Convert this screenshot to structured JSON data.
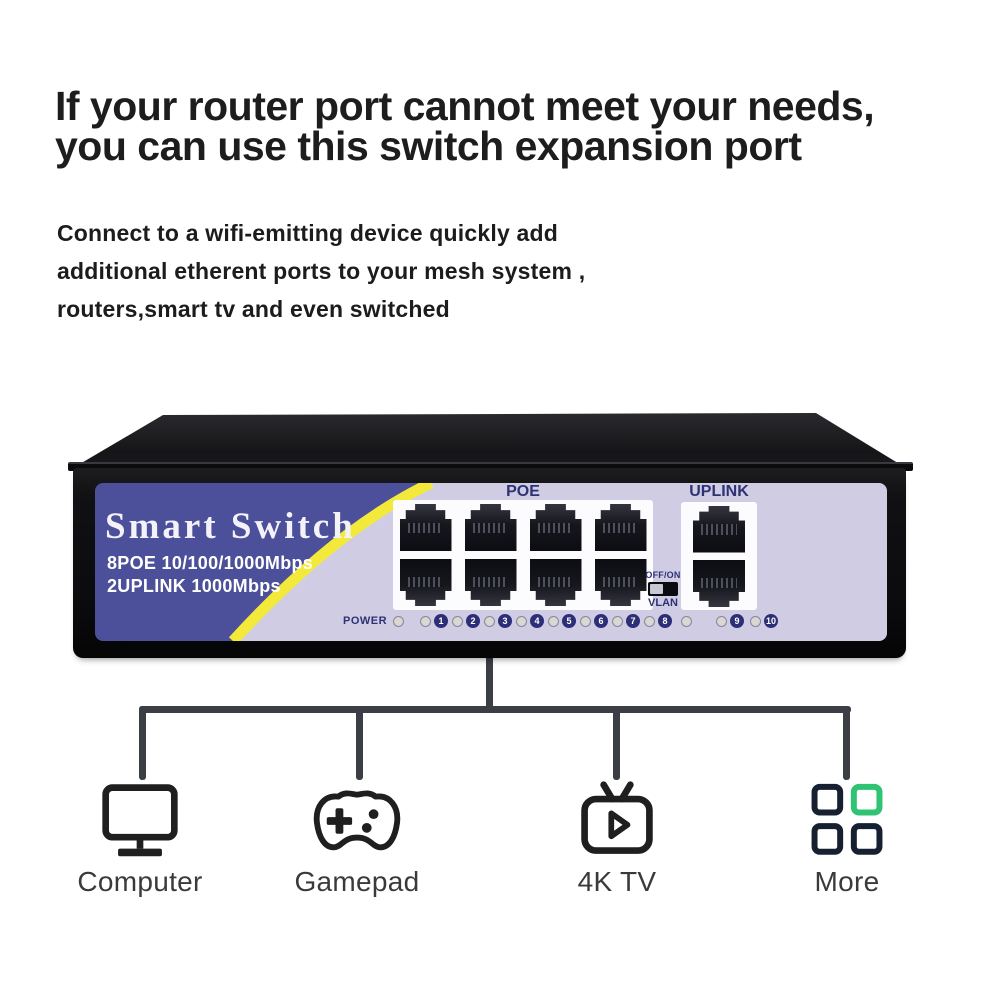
{
  "headline": {
    "line1": "If your router port cannot meet your needs,",
    "line2": "you can use this switch expansion port"
  },
  "description": {
    "line1": "Connect to a wifi-emitting device quickly add",
    "line2": "additional etherent ports to your mesh system ,",
    "line3": "routers,smart tv and even switched"
  },
  "device": {
    "brand": "Smart Switch",
    "spec_line1": "8POE 10/100/1000Mbps",
    "spec_line2": "2UPLINK 1000Mbps",
    "poe_label": "POE",
    "uplink_label": "UPLINK",
    "power_label": "POWER",
    "vlan_switch": {
      "top_label": "OFF/ON",
      "bottom_label": "VLAN"
    },
    "port_leds": [
      "1",
      "2",
      "3",
      "4",
      "5",
      "6",
      "7",
      "8"
    ],
    "uplink_leds": [
      "9",
      "10"
    ],
    "poe_port_count": 8,
    "uplink_port_count": 2,
    "colors": {
      "panel_indigo": "#4c4f99",
      "panel_lavender": "#cfcce4",
      "stripe_yellow": "#f3e93a",
      "badge_navy": "#2c2f75",
      "chassis_black": "#0b0b0e"
    }
  },
  "connections": [
    {
      "icon": "computer-icon",
      "label": "Computer"
    },
    {
      "icon": "gamepad-icon",
      "label": "Gamepad"
    },
    {
      "icon": "tv-icon",
      "label": "4K TV"
    },
    {
      "icon": "more-icon",
      "label": "More"
    }
  ],
  "accent_green": "#2ec473",
  "connector_color": "#3b3f45"
}
